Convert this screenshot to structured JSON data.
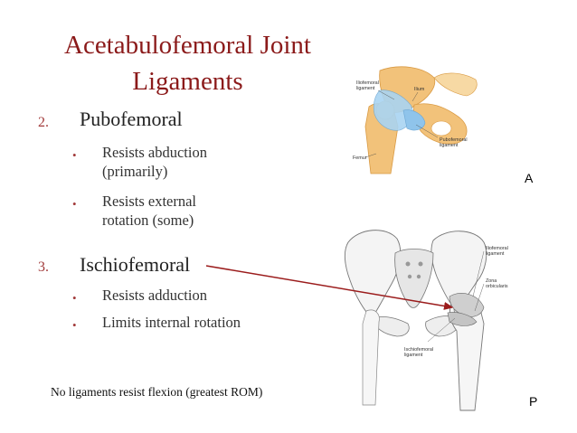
{
  "title": {
    "line1": "Acetabulofemoral Joint",
    "line2": "Ligaments"
  },
  "sections": [
    {
      "number": "2.",
      "heading": "Pubofemoral",
      "bullets": [
        {
          "lines": [
            "Resists abduction",
            "(primarily)"
          ]
        },
        {
          "lines": [
            "Resists external",
            "rotation (some)"
          ]
        }
      ]
    },
    {
      "number": "3.",
      "heading": "Ischiofemoral",
      "bullets": [
        {
          "lines": [
            "Resists adduction"
          ]
        },
        {
          "lines": [
            "Limits internal rotation"
          ]
        }
      ]
    }
  ],
  "footnote": "No ligaments resist flexion (greatest ROM)",
  "anterior_view": {
    "view_letter": "A",
    "labels": {
      "iliofemoral_1": "Iliofemoral",
      "iliofemoral_2": "ligament",
      "ilium": "Ilium",
      "femur": "Femur",
      "pubofemoral_1": "Pubofemoral",
      "pubofemoral_2": "ligament"
    }
  },
  "posterior_view": {
    "view_letter": "P",
    "labels": {
      "iliofemoral_1": "Iliofemoral",
      "iliofemoral_2": "ligament",
      "zona_1": "Zona",
      "zona_2": "orbicularis",
      "ischiofemoral_1": "Ischiofemoral",
      "ischiofemoral_2": "ligament"
    }
  },
  "colors": {
    "title": "#8b1a1a",
    "bullet": "#a23b3b",
    "arrow": "#9b1c1c",
    "bone_anterior": "#f2c27a",
    "ligament_anterior": "#a9d4f2"
  }
}
